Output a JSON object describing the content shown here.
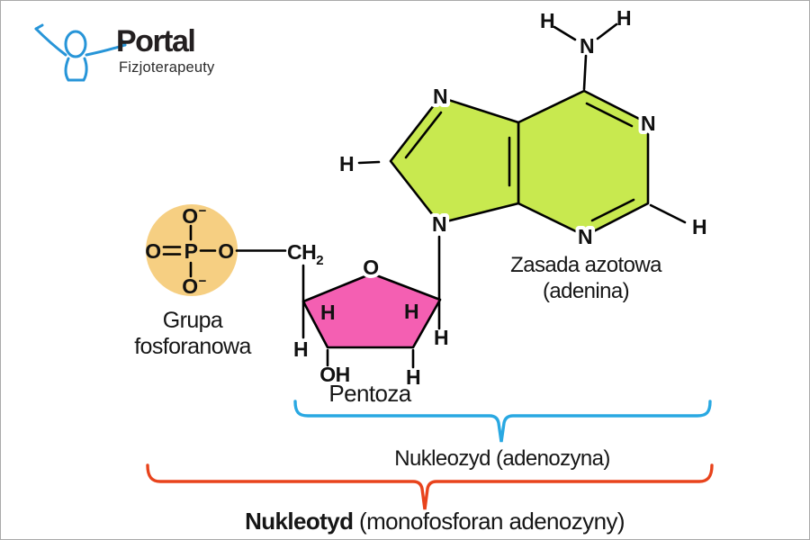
{
  "logo": {
    "title": "Portal",
    "subtitle": "Fizjoterapeuty"
  },
  "atoms": {
    "amino_h_left": "H",
    "amino_h_right": "H",
    "amino_n": "N",
    "n1": "N",
    "n3": "N",
    "n7": "N",
    "n9": "N",
    "h_c2": "H",
    "h_c8": "H",
    "ch2_c": "CH",
    "ch2_sub": "2",
    "ring_o": "O",
    "h_c3_inner": "H",
    "h_c2_inner": "H",
    "h_c4_outer": "H",
    "oh_c3": "OH",
    "h_c2_outer": "H",
    "h_c1_outer": "H",
    "p_o_top": "O",
    "p_minus_top": "−",
    "p_o_left": "O",
    "p_p": "P",
    "p_o_right": "O",
    "p_o_bottom": "O",
    "p_minus_bottom": "−"
  },
  "labels": {
    "base_line1": "Zasada azotowa",
    "base_line2": "(adenina)",
    "phosphate_line1": "Grupa",
    "phosphate_line2": "fosforanowa",
    "pentose": "Pentoza",
    "nucleoside": "Nukleozyd (adenozyna)",
    "nucleotide_bold": "Nukleotyd",
    "nucleotide_rest": " (monofosforan adenozyny)"
  },
  "colors": {
    "adenine_fill": "#c8e94f",
    "pentose_fill": "#f45fb2",
    "phosphate_fill": "#f6cf82",
    "nucleoside_bracket": "#29a8e2",
    "nucleotide_bracket": "#e8431c",
    "logo_blue": "#2795d8"
  }
}
